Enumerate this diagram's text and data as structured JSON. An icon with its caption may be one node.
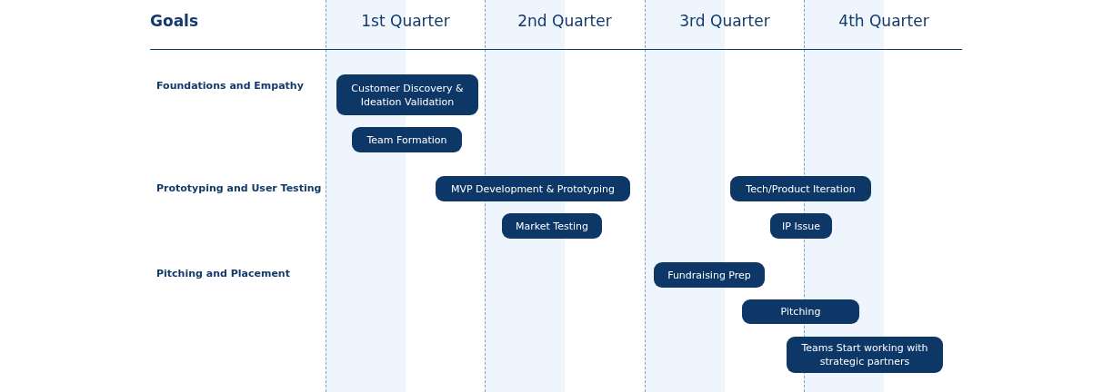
{
  "diagram": {
    "nodes": [
      {
        "text": [
          "Customer Discovery & Ideation Validation"
        ]
      },
      {
        "text": [
          "Team Formation"
        ]
      },
      {
        "text": [
          "MVP Development & Prototyping"
        ]
      },
      {
        "text": [
          "Tech/Product Iteration"
        ]
      },
      {
        "text": [
          "Market Testing"
        ]
      },
      {
        "text": [
          "IP Issue"
        ]
      },
      {
        "text": [
          "Fundraising Prep"
        ]
      },
      {
        "text": [
          "Pitching"
        ]
      },
      {
        "text": [
          "Teams Start working with strategic partners"
        ]
      }
    ],
    "labels": [
      "Goals",
      "1st Quarter",
      "2nd Quarter",
      "3rd Quarter",
      "4th Quarter",
      "Foundations and Empathy",
      "Prototyping and User Testing",
      "Pitching and Placement"
    ]
  }
}
